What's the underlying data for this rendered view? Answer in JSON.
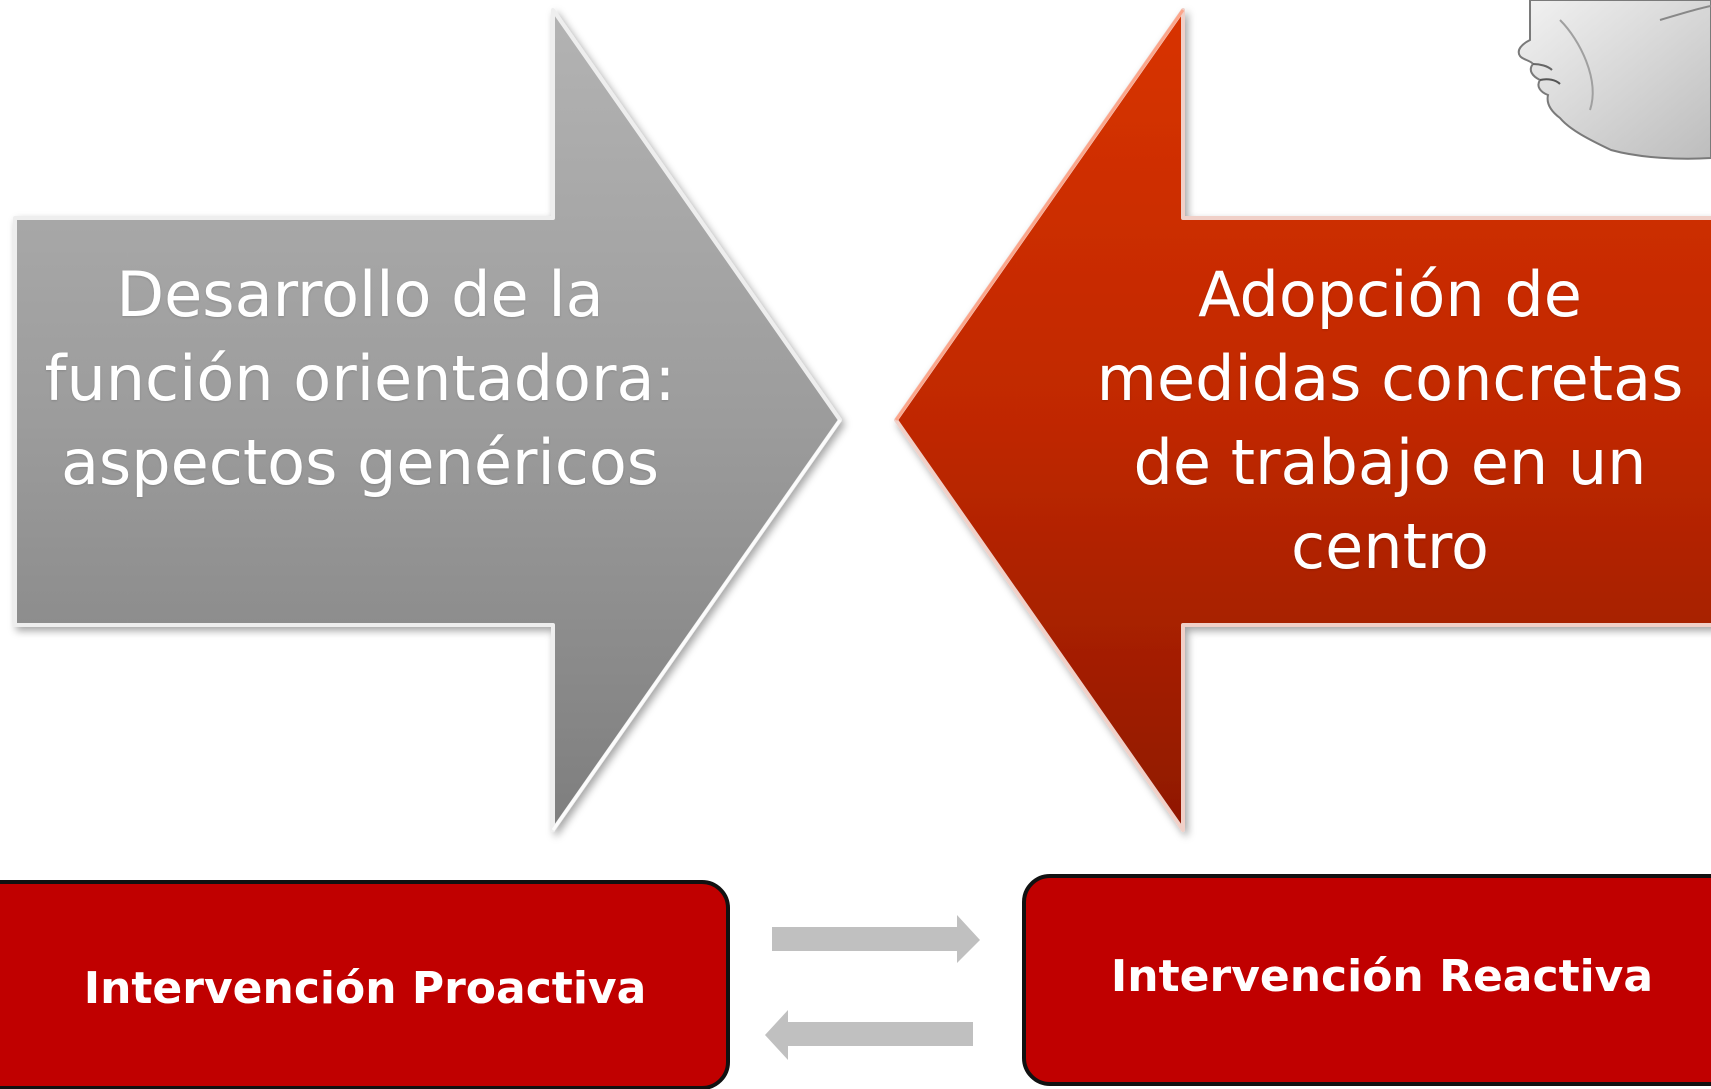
{
  "arrows": {
    "left": {
      "text": "Desarrollo de la función orientadora: aspectos genéricos",
      "color": "#9a9a9a"
    },
    "right": {
      "text": "Adopción de medidas concretas de trabajo en un centro",
      "color": "#c02800"
    }
  },
  "boxes": {
    "proactive": {
      "label": "Intervención Proactiva"
    },
    "reactive": {
      "label": "Intervención Reactiva"
    },
    "fill_color": "#c00000"
  },
  "connectors": {
    "color": "#c0c0c0",
    "icons": [
      "right-arrow-icon",
      "left-arrow-icon"
    ]
  },
  "decoration": {
    "icon": "face-profile-icon"
  }
}
